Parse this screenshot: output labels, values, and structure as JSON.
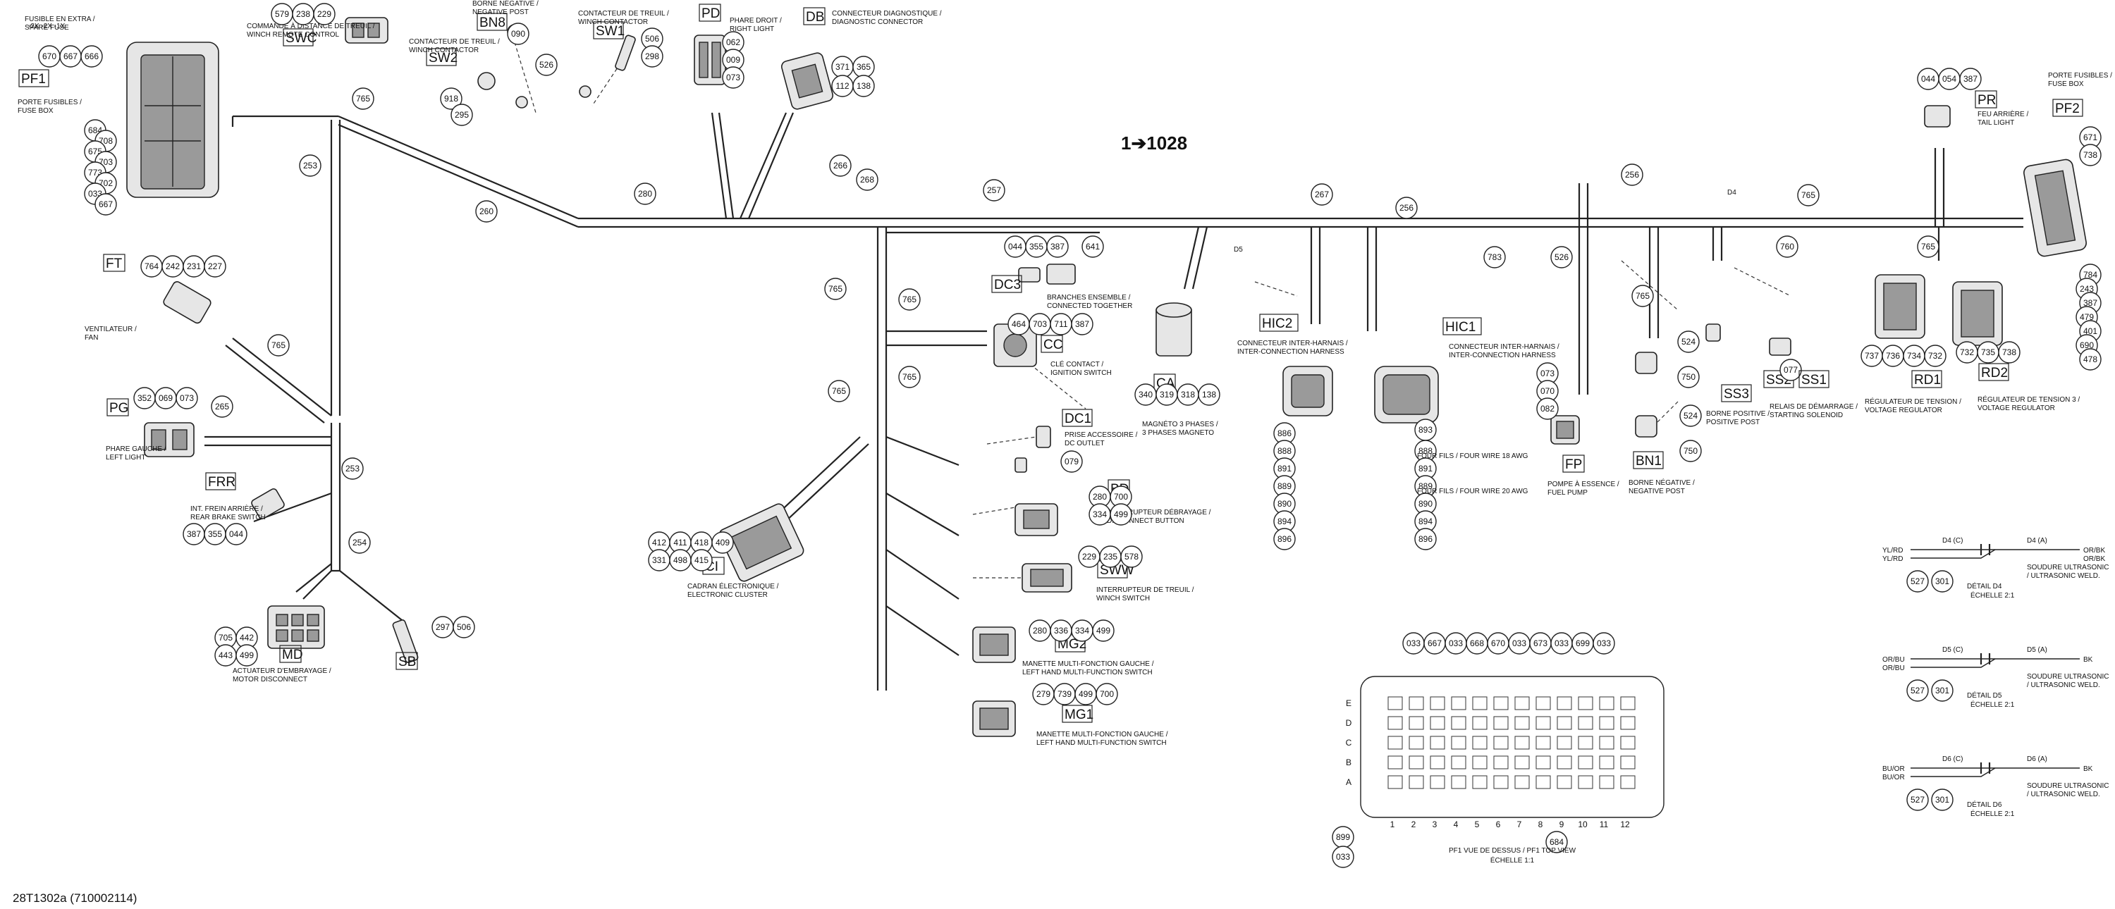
{
  "title": "1➔1028",
  "footer": "28T1302a (710002114)",
  "components": [
    {
      "id": "PF1",
      "code": "PF1",
      "name": "PORTE FUSIBLES / FUSE BOX",
      "refs": [
        "684",
        "708",
        "675",
        "703",
        "773",
        "702",
        "033",
        "667"
      ]
    },
    {
      "id": "spare",
      "code": "",
      "name": "FUSIBLE EN EXTRA / SPARE FUSE",
      "refs": [
        "670",
        "667",
        "666"
      ],
      "extra": "-2X  -2X  -1X"
    },
    {
      "id": "FT",
      "code": "FT",
      "name": "VENTILATEUR / FAN",
      "refs": [
        "764",
        "242",
        "231",
        "227"
      ]
    },
    {
      "id": "PG",
      "code": "PG",
      "name": "PHARE GAUCHE / LEFT LIGHT",
      "refs": [
        "352",
        "069",
        "073"
      ]
    },
    {
      "id": "FRR",
      "code": "FRR",
      "name": "INT. FREIN ARRIÈRE / REAR BRAKE SWITCH",
      "refs": [
        "387",
        "355",
        "044"
      ]
    },
    {
      "id": "MD",
      "code": "MD",
      "name": "ACTUATEUR D'EMBRAYAGE / MOTOR DISCONNECT",
      "refs": [
        "705",
        "442",
        "443",
        "499"
      ]
    },
    {
      "id": "SWC",
      "code": "SWC",
      "name": "COMMANDE À DISTANCE DE TREUIL / WINCH REMOTE CONTROL",
      "refs": [
        "579",
        "238",
        "229"
      ]
    },
    {
      "id": "SW2",
      "code": "SW2",
      "name": "CONTACTEUR DE TREUIL / WINCH CONTACTOR",
      "refs": [
        "918",
        "295"
      ]
    },
    {
      "id": "BN8",
      "code": "BN8",
      "name": "BORNE NÉGATIVE / NEGATIVE POST",
      "refs": [
        "090",
        "526"
      ]
    },
    {
      "id": "SW1",
      "code": "SW1",
      "name": "CONTACTEUR DE TREUIL / WINCH CONTACTOR",
      "refs": [
        "506",
        "298"
      ]
    },
    {
      "id": "PD",
      "code": "PD",
      "name": "PHARE DROIT / RIGHT LIGHT",
      "refs": [
        "062",
        "009",
        "073"
      ]
    },
    {
      "id": "DB",
      "code": "DB",
      "name": "CONNECTEUR DIAGNOSTIQUE / DIAGNOSTIC CONNECTOR",
      "refs": [
        "371",
        "365",
        "112",
        "138"
      ]
    },
    {
      "id": "DC3",
      "code": "DC3",
      "name": "BRANCHES ENSEMBLE / CONNECTED TOGETHER",
      "refs": [
        "044",
        "355",
        "387",
        "641"
      ]
    },
    {
      "id": "CC",
      "code": "CC",
      "name": "CLÉ CONTACT / IGNITION SWITCH",
      "refs": [
        "464",
        "703",
        "711",
        "387"
      ]
    },
    {
      "id": "CA",
      "code": "CA",
      "name": "MAGNÉTO 3 PHASES / 3 PHASES MAGNETO",
      "refs": [
        "340",
        "319",
        "318",
        "138"
      ]
    },
    {
      "id": "DC1",
      "code": "DC1",
      "name": "PRISE ACCESSOIRE / DC OUTLET",
      "refs": [
        "079"
      ]
    },
    {
      "id": "BD",
      "code": "BD",
      "name": "INTERRUPTEUR DÉBRAYAGE / DISCONNECT BUTTON",
      "refs": [
        "280",
        "700",
        "334",
        "499"
      ]
    },
    {
      "id": "CI",
      "code": "CI",
      "name": "CADRAN ÉLECTRONIQUE / ELECTRONIC CLUSTER",
      "refs": [
        "412",
        "411",
        "418",
        "409",
        "331",
        "498",
        "415"
      ]
    },
    {
      "id": "SWW",
      "code": "SWW",
      "name": "INTERRUPTEUR DE TREUIL / WINCH SWITCH",
      "refs": [
        "229",
        "235",
        "578"
      ]
    },
    {
      "id": "MG2",
      "code": "MG2",
      "name": "MANETTE MULTI-FONCTION GAUCHE / LEFT HAND MULTI-FUNCTION SWITCH",
      "refs": [
        "280",
        "336",
        "334",
        "499"
      ]
    },
    {
      "id": "MG1",
      "code": "MG1",
      "name": "MANETTE MULTI-FONCTION GAUCHE / LEFT HAND MULTI-FUNCTION SWITCH",
      "refs": [
        "279",
        "739",
        "499",
        "700"
      ]
    },
    {
      "id": "SB",
      "code": "SB",
      "name": "",
      "refs": [
        "297",
        "506"
      ]
    },
    {
      "id": "HIC2",
      "code": "HIC2",
      "name": "CONNECTEUR INTER-HARNAIS / INTER-CONNECTION HARNESS",
      "refs": [
        "886",
        "888",
        "891",
        "889",
        "890",
        "894",
        "896"
      ]
    },
    {
      "id": "HIC1",
      "code": "HIC1",
      "name": "CONNECTEUR INTER-HARNAIS / INTER-CONNECTION HARNESS",
      "refs": [
        "893",
        "888",
        "891",
        "889",
        "890",
        "894",
        "896"
      ]
    },
    {
      "id": "FP",
      "code": "FP",
      "name": "POMPE À ESSENCE / FUEL PUMP",
      "refs": [
        "073",
        "070",
        "082"
      ]
    },
    {
      "id": "BN1",
      "code": "BN1",
      "name": "BORNE NÉGATIVE / NEGATIVE POST",
      "refs": [
        "524",
        "750"
      ]
    },
    {
      "id": "SS3",
      "code": "SS3",
      "name": "BORNE POSITIVE / POSITIVE POST",
      "refs": [
        "524",
        "750"
      ]
    },
    {
      "id": "SS2",
      "code": "SS2",
      "name": "RELAIS DE DÉMARRAGE / STARTING SOLENOID",
      "refs": [
        "077"
      ]
    },
    {
      "id": "SS1",
      "code": "SS1",
      "name": "",
      "refs": []
    },
    {
      "id": "PR",
      "code": "PR",
      "name": "FEU ARRIÈRE / TAIL LIGHT",
      "refs": [
        "044",
        "054",
        "387"
      ]
    },
    {
      "id": "PF2",
      "code": "PF2",
      "name": "PORTE FUSIBLES / FUSE BOX",
      "refs": [
        "671",
        "738"
      ]
    },
    {
      "id": "RD1",
      "code": "RD1",
      "name": "RÉGULATEUR DE TENSION / VOLTAGE REGULATOR",
      "refs": [
        "737",
        "736",
        "734",
        "732"
      ]
    },
    {
      "id": "RD2",
      "code": "RD2",
      "name": "RÉGULATEUR DE TENSION 3 / VOLTAGE REGULATOR",
      "refs": [
        "732",
        "735",
        "738",
        "784",
        "243",
        "387",
        "479",
        "401",
        "690",
        "478"
      ]
    }
  ],
  "harness_refs": [
    "765",
    "260",
    "280",
    "267",
    "257",
    "268",
    "266",
    "765",
    "765",
    "765",
    "765",
    "265",
    "253",
    "254",
    "253",
    "765",
    "256",
    "783",
    "526",
    "256",
    "D4",
    "765",
    "765",
    "760",
    "765",
    "D5"
  ],
  "wire_notes": [
    "FOUR FILS / FOUR WIRE 18 AWG",
    "FOUR FILS / FOUR WIRE 20 AWG"
  ],
  "fusebox_top": {
    "label": "PF1 VUE DE DESSUS / PF1 TOP VIEW",
    "scale": "ÉCHELLE 1:1",
    "rows": [
      "E",
      "D",
      "C",
      "B",
      "A"
    ],
    "cols": [
      "1",
      "2",
      "3",
      "4",
      "5",
      "6",
      "7",
      "8",
      "9",
      "10",
      "11",
      "12"
    ],
    "top_refs": [
      "033",
      "667",
      "033",
      "668",
      "670",
      "033",
      "673",
      "033",
      "699",
      "033"
    ],
    "side_refs": [
      "899",
      "033"
    ],
    "bottom_ref": "684"
  },
  "details": [
    {
      "name": "DÉTAIL D4",
      "scale": "ÉCHELLE 2:1",
      "refs": [
        "527",
        "301"
      ],
      "text": "SOUDURE ULTRASONIC / ULTRASONIC WELD.",
      "left_wires": [
        "YL/RD",
        "YL/RD"
      ],
      "right_wires": [
        "OR/BK",
        "OR/BK"
      ],
      "tags": [
        "D4 (C)",
        "D4 (A)"
      ]
    },
    {
      "name": "DÉTAIL D5",
      "scale": "ÉCHELLE 2:1",
      "refs": [
        "527",
        "301"
      ],
      "text": "SOUDURE ULTRASONIC / ULTRASONIC WELD.",
      "left_wires": [
        "OR/BU",
        "OR/BU"
      ],
      "right_wires": [
        "BK"
      ],
      "tags": [
        "D5 (C)",
        "D5 (A)"
      ]
    },
    {
      "name": "DÉTAIL D6",
      "scale": "ÉCHELLE 2:1",
      "refs": [
        "527",
        "301"
      ],
      "text": "SOUDURE ULTRASONIC / ULTRASONIC WELD.",
      "left_wires": [
        "BU/OR",
        "BU/OR"
      ],
      "right_wires": [
        "BK"
      ],
      "tags": [
        "D6 (C)",
        "D6 (A)"
      ]
    }
  ]
}
